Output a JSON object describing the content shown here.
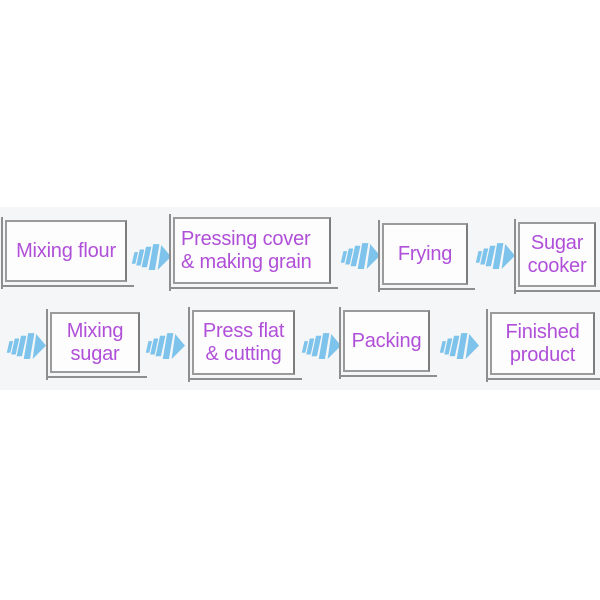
{
  "flow": {
    "description": "Production process flowchart",
    "row1": [
      {
        "lines": [
          "Mixing flour"
        ]
      },
      {
        "lines": [
          "Pressing cover",
          "& making grain"
        ]
      },
      {
        "lines": [
          "Frying"
        ]
      },
      {
        "lines": [
          "Sugar",
          "cooker"
        ]
      }
    ],
    "row2": [
      {
        "lines": [
          "Mixing",
          "sugar"
        ]
      },
      {
        "lines": [
          "Press flat",
          "& cutting"
        ]
      },
      {
        "lines": [
          "Packing"
        ]
      },
      {
        "lines": [
          "Finished",
          "product"
        ]
      }
    ],
    "connector_icon": "striped-arrow-right-icon"
  },
  "colors": {
    "step_text": "#b04fd8",
    "box_border": "#9b9b9b",
    "arrow_blue": "#7dc3eb",
    "background": "#ffffff",
    "band_background": "#f5f6f7"
  }
}
